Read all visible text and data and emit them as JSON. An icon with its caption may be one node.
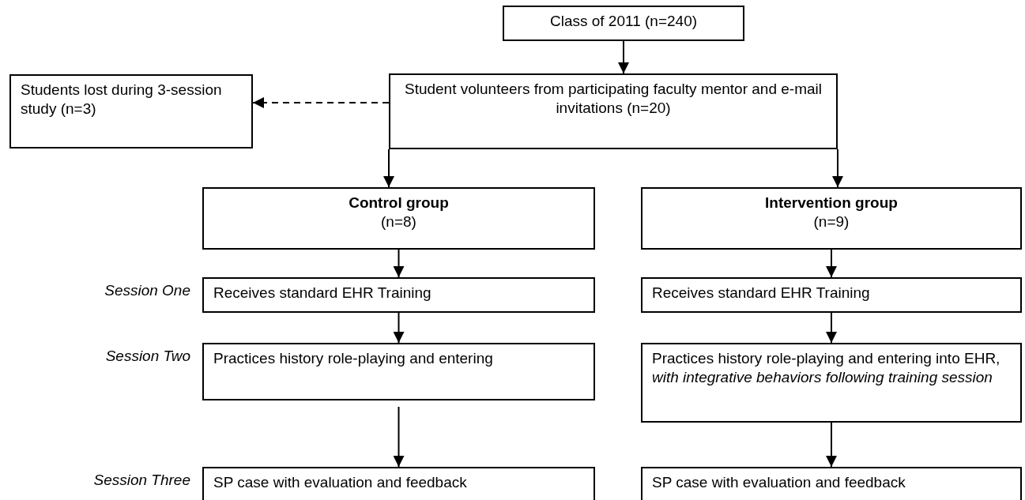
{
  "diagram": {
    "nodes": [
      {
        "text": [
          "Class of 2011 (n=240)"
        ]
      },
      {
        "text": [
          "Student volunteers from participating faculty mentor and e-mail invitations (n=20)"
        ]
      },
      {
        "text": [
          "Students lost during 3-session study (n=3)"
        ]
      },
      {
        "text": [
          "Control group",
          "(n=8)"
        ]
      },
      {
        "text": [
          "Intervention group",
          "(n=9)"
        ]
      },
      {
        "text": [
          "Receives standard EHR Training"
        ],
        "beside": [
          "Session One"
        ]
      },
      {
        "text": [
          "Receives standard EHR Training"
        ]
      },
      {
        "text": [
          "Practices history role-playing and entering"
        ],
        "beside": [
          "Session Two"
        ]
      },
      {
        "text": [
          "Practices history role-playing and entering into EHR, *with integrative behaviors following training session*"
        ]
      },
      {
        "text": [
          "SP case with evaluation and feedback"
        ],
        "beside": [
          "Session Three"
        ]
      },
      {
        "text": [
          "SP case with evaluation and feedback"
        ]
      }
    ],
    "edges": [
      {
        "from": 0,
        "to": 1,
        "arrow": "to"
      },
      {
        "from": 1,
        "to": 2,
        "arrow": "to",
        "style": "dashed"
      },
      {
        "from": 1,
        "to": 3,
        "arrow": "to"
      },
      {
        "from": 1,
        "to": 4,
        "arrow": "to"
      },
      {
        "from": 3,
        "to": 5,
        "arrow": "to"
      },
      {
        "from": 5,
        "to": 7,
        "arrow": "to"
      },
      {
        "from": 7,
        "to": 9,
        "arrow": "to"
      },
      {
        "from": 4,
        "to": 6,
        "arrow": "to"
      },
      {
        "from": 6,
        "to": 8,
        "arrow": "to"
      },
      {
        "from": 8,
        "to": 10,
        "arrow": "to"
      }
    ]
  }
}
